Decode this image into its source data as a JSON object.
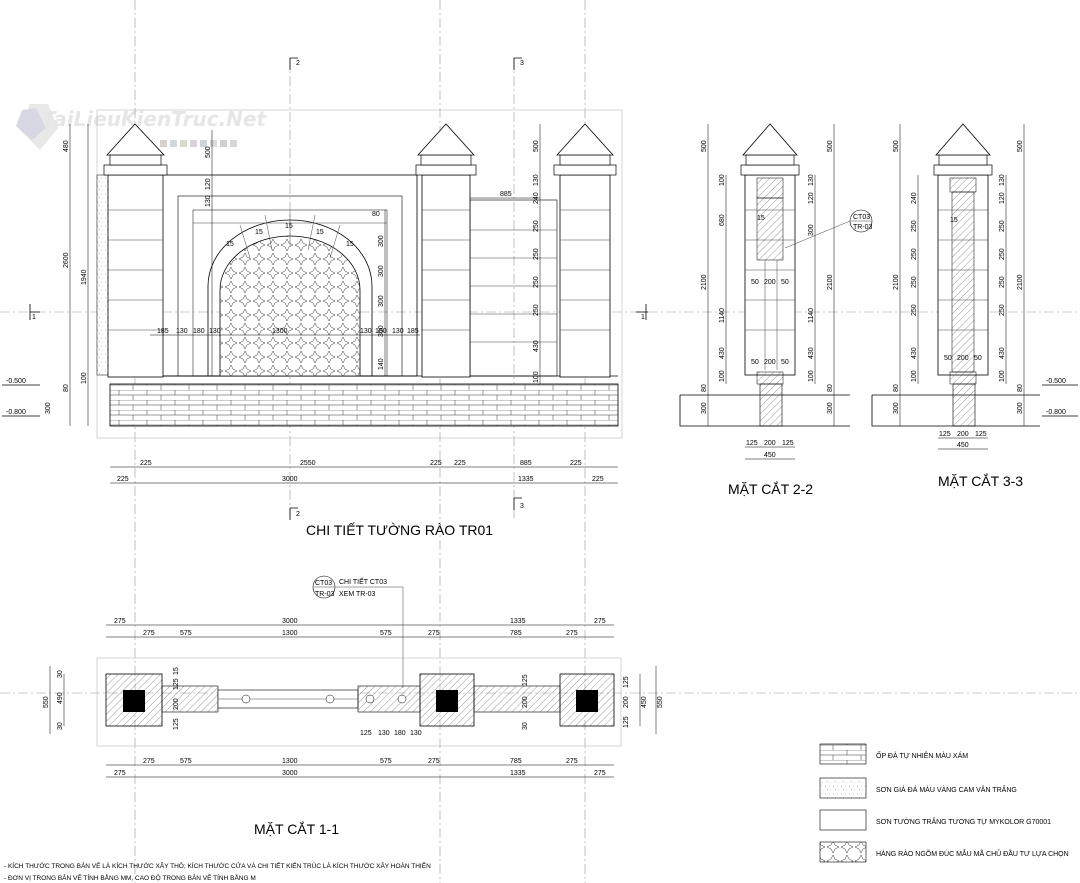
{
  "watermark": "TaiLieuKienTruc.Net",
  "titles": {
    "elevation": "CHI TIẾT TƯỜNG RÀO TR01",
    "section_22": "MẶT CẮT 2-2",
    "section_33": "MẶT CẮT 3-3",
    "section_11": "MẶT CẮT 1-1"
  },
  "markers": {
    "m1": "1",
    "m2": "2",
    "m3": "3"
  },
  "levels": {
    "l1": "-0.500",
    "l2": "-0.800"
  },
  "callout": {
    "code": "CT03",
    "sheet": "TR-03",
    "line1": "CHI TIẾT CT03",
    "line2": "XEM TR-03"
  },
  "elevation_dims": {
    "bottom_row1": [
      "225",
      "2550",
      "225",
      "225",
      "885",
      "225"
    ],
    "bottom_row2": [
      "225",
      "3000",
      "1335",
      "225"
    ],
    "left_v": [
      "480",
      "2600",
      "1940",
      "100",
      "80",
      "300"
    ],
    "gate_v": [
      "500",
      "120",
      "120",
      "130",
      "300",
      "300",
      "300",
      "300",
      "300",
      "140"
    ],
    "right_v": [
      "500",
      "130",
      "120",
      "240",
      "250",
      "250",
      "250",
      "250",
      "430",
      "100",
      "80"
    ],
    "gate_h": [
      "185",
      "130",
      "180",
      "130",
      "1300",
      "130",
      "180",
      "130",
      "185"
    ],
    "arch": [
      "15",
      "15",
      "15",
      "15",
      "15",
      "80"
    ],
    "top_885": "885"
  },
  "s22_dims": {
    "left": [
      "500",
      "100",
      "680",
      "2100",
      "1140",
      "430",
      "100",
      "80",
      "300"
    ],
    "right": [
      "500",
      "130",
      "120",
      "300",
      "2100",
      "1140",
      "430",
      "100",
      "80",
      "300"
    ],
    "inner": [
      "50",
      "200",
      "50",
      "50",
      "200",
      "50",
      "15"
    ],
    "bottom": [
      "125",
      "200",
      "125",
      "450"
    ]
  },
  "s33_dims": {
    "left": [
      "500",
      "2100",
      "240",
      "250",
      "250",
      "250",
      "250",
      "430",
      "100",
      "80",
      "300"
    ],
    "right": [
      "500",
      "130",
      "120",
      "2100",
      "250",
      "250",
      "250",
      "250",
      "430",
      "100",
      "80",
      "300"
    ],
    "inner": [
      "15",
      "50",
      "200",
      "50"
    ],
    "bottom": [
      "125",
      "200",
      "125",
      "450"
    ]
  },
  "s11_dims": {
    "top_row1": [
      "275",
      "3000",
      "1335",
      "275"
    ],
    "top_row2": [
      "275",
      "575",
      "1300",
      "575",
      "275",
      "785",
      "275"
    ],
    "bottom_row1": [
      "275",
      "575",
      "1300",
      "575",
      "275",
      "785",
      "275"
    ],
    "bottom_row2": [
      "275",
      "3000",
      "1335",
      "275"
    ],
    "left_v": [
      "550",
      "490",
      "30",
      "125",
      "200",
      "125",
      "30"
    ],
    "right_v": [
      "125",
      "200",
      "125",
      "450",
      "550"
    ],
    "mid": [
      "125",
      "130",
      "180",
      "130",
      "200",
      "125",
      "30",
      "15"
    ]
  },
  "legend": [
    {
      "label": "ỐP ĐÁ TỰ NHIÊN MÀU XÁM",
      "pattern": "brick"
    },
    {
      "label": "SƠN GIẢ ĐÁ MÀU VÀNG CAM VÂN TRẮNG",
      "pattern": "speckle"
    },
    {
      "label": "SƠN TƯỜNG TRẮNG TƯƠNG TỰ MYKOLOR G70001",
      "pattern": "plain"
    },
    {
      "label": "HÀNG RÀO NGÕM ĐÚC MẪU MÃ CHỦ ĐẦU TƯ LỰA CHỌN",
      "pattern": "ornament"
    }
  ],
  "notes": [
    "- KÍCH THƯỚC TRONG BẢN VẼ LÀ KÍCH THƯỚC XÂY THÔ; KÍCH THƯỚC CỬA VÀ CHI TIẾT KIẾN TRÚC LÀ KÍCH THƯỚC XÂY HOÀN THIỆN",
    "- ĐƠN VỊ TRONG BẢN VẼ TÍNH BẰNG MM, CAO ĐỘ TRONG BẢN VẼ TÍNH BẰNG M"
  ],
  "colors": {
    "line": "#000000",
    "axis": "#999999",
    "hatch": "#555555",
    "core": "#000000",
    "watermark": "#e6e6e6"
  }
}
